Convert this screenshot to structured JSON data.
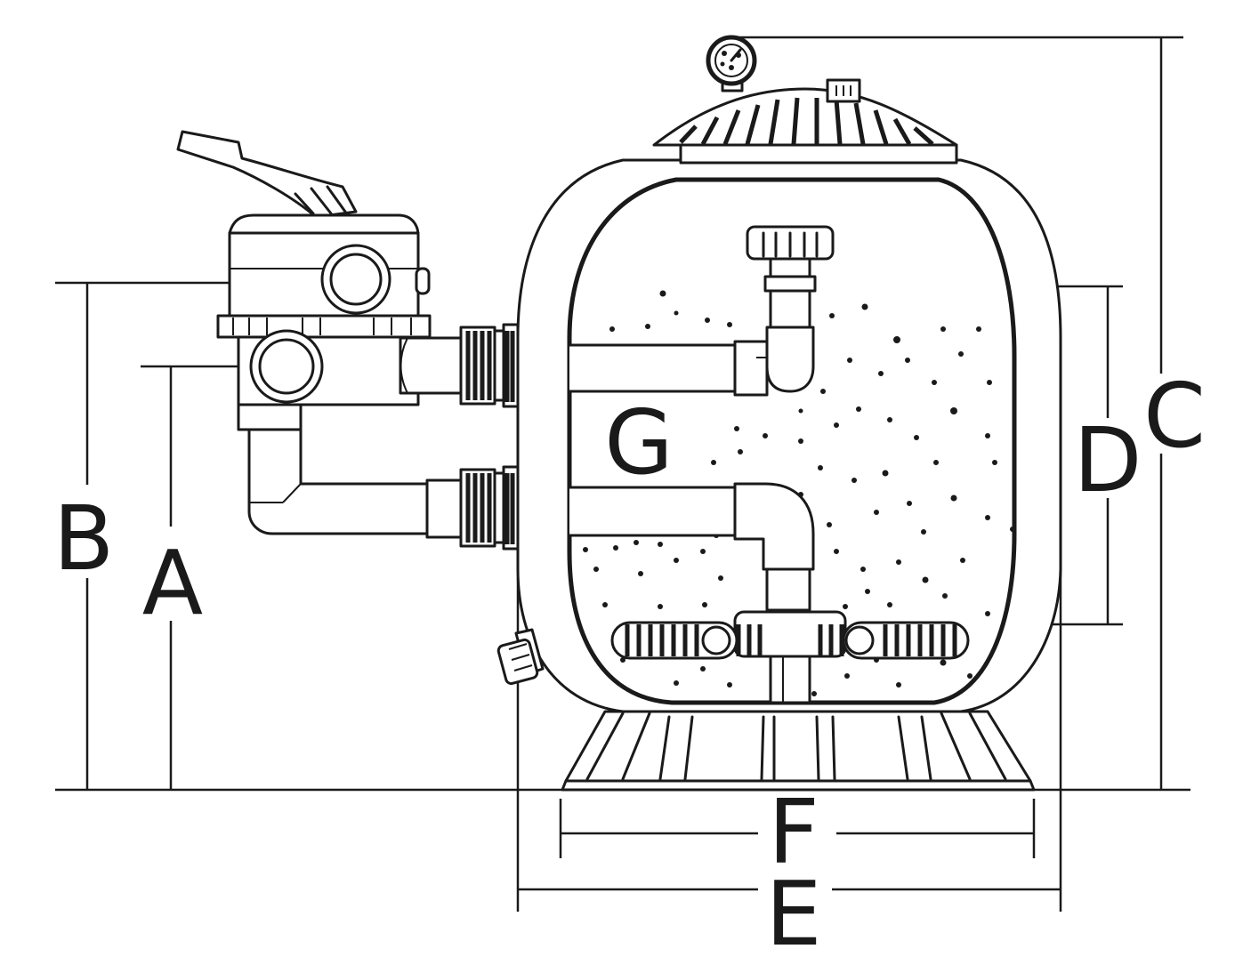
{
  "diagram": {
    "labels": {
      "a": "A",
      "b": "B",
      "c": "C",
      "d": "D",
      "e": "E",
      "f": "F",
      "g": "G"
    },
    "colors": {
      "line": "#1a1a1a",
      "background": "#ffffff"
    },
    "icons": [
      "pressure-gauge-icon",
      "air-release-valve-icon",
      "multiport-valve-icon",
      "drain-plug-icon"
    ]
  }
}
